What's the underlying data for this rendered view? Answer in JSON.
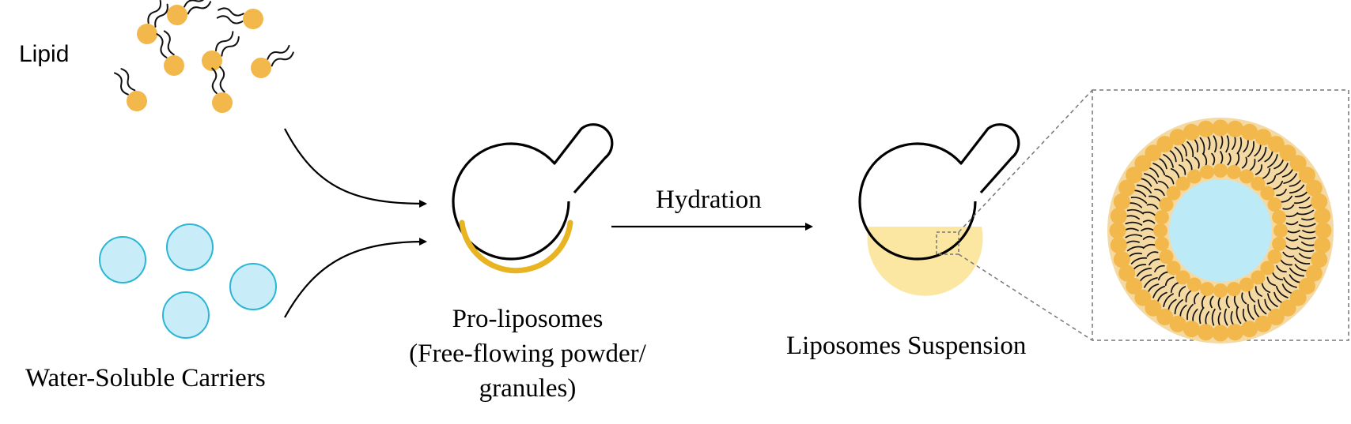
{
  "labels": {
    "lipid": "Lipid",
    "carriers": "Water-Soluble Carriers",
    "hydration": "Hydration",
    "proliposomes": [
      "Pro-liposomes",
      "(Free-flowing powder/",
      "granules)"
    ],
    "suspension": "Liposomes Suspension"
  },
  "colors": {
    "lipid_head": "#F2B84B",
    "lipid_shell": "#F4D9A2",
    "carrier_fill": "#C8ECF8",
    "carrier_stroke": "#2BB6D6",
    "powder": "#E8B422",
    "suspension": "#FCE7A2",
    "core": "#BDEAF7",
    "ink": "#000000",
    "zoom_line": "#777777"
  },
  "icons": [
    "lipid-molecule-icon",
    "carrier-bead-icon",
    "round-bottom-flask-icon",
    "liposome-icon",
    "arrow-icon"
  ]
}
